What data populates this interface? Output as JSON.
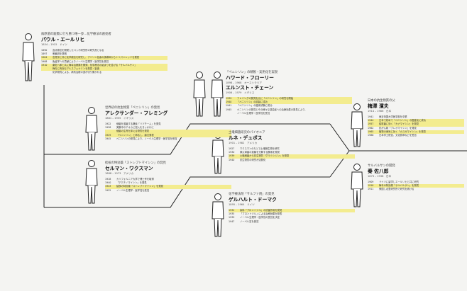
{
  "highlight_color": "#f3ec8f",
  "line_color": "#222222",
  "people": [
    {
      "id": "ehrlich",
      "lead": "病原菌の殺戮に行ち勝つ唯一歩…化学療法の創始者",
      "name": "パウル・エールリヒ",
      "dates": "1854 – 1915　ドイツ",
      "events": [
        {
          "year": "1890",
          "text": "血清療法を開発したコッホ研究所の研究員となる",
          "highlight": false
        },
        {
          "year": "1897",
          "text": "側鎖説を提唱",
          "highlight": false
        },
        {
          "year": "1904",
          "text": "志賀潔と共に化学療法を研究し、アニリン色素の誘導体からトリパンレッドを発見",
          "highlight": true
        },
        {
          "year": "1908",
          "text": "免疫学への貢献によりノーベル生理学・医学賞を受賞",
          "highlight": false
        },
        {
          "year": "1910",
          "text": "秦佐八郎と共に梅毒治療薬を開発、化学療法の始まりを告げる「サルバルサン」",
          "highlight": true
        },
        {
          "year": "",
          "text": "梅毒に有効なアルスフェナミンを発見・製造",
          "highlight": true
        },
        {
          "year": "",
          "text": "化学物質による、病気治療の道が切り開かれる",
          "highlight": false
        }
      ]
    },
    {
      "id": "florey",
      "lead": "「ペニシリン」の精製・実用化を実現",
      "name": "ハワード・フローリー",
      "dates": "1898 – 1968　オーストラリア",
      "name2": "エルンスト・チェーン",
      "dates2": "1906 – 1979　イギリス",
      "events": [
        {
          "year": "1939",
          "text": "フレミングの発見を元に「ペニシリン」の研究を開始",
          "highlight": true
        },
        {
          "year": "1940",
          "text": "「ペニシリン」の精製に成功",
          "highlight": true
        },
        {
          "year": "1941",
          "text": "「ペニシリン」の臨床試験に成功",
          "highlight": false
        },
        {
          "year": "1945",
          "text": "ペニシリンの発見とその様々な感染症への治療効果の発見により、",
          "highlight": false
        },
        {
          "year": "",
          "text": "ノーベル生理学・医学賞を受賞",
          "highlight": false
        }
      ]
    },
    {
      "id": "fleming",
      "lead": "世界初の抗生物質「ペニシリン」の発見",
      "name": "アレクサンダー・フレミング",
      "dates": "1881 – 1955　イギリス",
      "events": [
        {
          "year": "1922",
          "text": "細菌を溶菌する酵素「リゾチーム」を発見",
          "highlight": false
        },
        {
          "year": "1928",
          "text": "実験中のアオカビ混入をきっかけに",
          "highlight": false
        },
        {
          "year": "",
          "text": "細菌の生育を抑える物質を発見",
          "highlight": true
        },
        {
          "year": "1929",
          "text": "「ペニシリン」と命名し、論文発表",
          "highlight": true
        },
        {
          "year": "1945",
          "text": "ペニシリンの発見により、ノーベル生理学・医学賞を受賞",
          "highlight": false
        }
      ]
    },
    {
      "id": "dubos",
      "lead": "土壌細菌研究のパイオニア",
      "name": "ルネ・デュボス",
      "dates": "1901 – 1982　アメリカ",
      "events": [
        {
          "year": "1927",
          "text": "ワクスマンのもとで土壌微生物を研究",
          "highlight": false
        },
        {
          "year": "1930",
          "text": "肺炎球菌の莢膜を分解する酵素を発見",
          "highlight": false
        },
        {
          "year": "1939",
          "text": "土壌細菌から抗生物質「グラミシジン」を発見",
          "highlight": true
        },
        {
          "year": "1940",
          "text": "抗生物質の研究が活発化",
          "highlight": false
        }
      ]
    },
    {
      "id": "umezawa",
      "lead": "日本の抗生物質の父",
      "name": "梅澤 濱夫",
      "dates": "1914 – 1986　日本",
      "events": [
        {
          "year": "1941",
          "text": "東京帝国大学医学部を卒業",
          "highlight": false
        },
        {
          "year": "1944",
          "text": "日本で初めて「ペニシリン」の国産化に成功",
          "highlight": true
        },
        {
          "year": "1957",
          "text": "結核菌に効く「カナマイシン」を発見",
          "highlight": true
        },
        {
          "year": "1962",
          "text": "抗がん剤「ブレオマイシン」を発見",
          "highlight": false
        },
        {
          "year": "1965",
          "text": "植物の病気に効く「カスガマイシン」を発見",
          "highlight": true
        },
        {
          "year": "1986",
          "text": "日本学士院賞、文化勲章などを受賞",
          "highlight": false
        }
      ]
    },
    {
      "id": "waksman",
      "lead": "結核の特効薬「ストレプトマイシン」の発見",
      "name": "セルマン・ワクスマン",
      "dates": "1888 – 1973　アメリカ",
      "events": [
        {
          "year": "1918",
          "text": "カリフォルニア大学で博士号を取得",
          "highlight": false
        },
        {
          "year": "1940",
          "text": "「アクチノマイシン」を発見",
          "highlight": false
        },
        {
          "year": "1943",
          "text": "結核の特効薬「ストレプトマイシン」を発見",
          "highlight": true
        },
        {
          "year": "1952",
          "text": "ノーベル生理学・医学賞を受賞",
          "highlight": false
        }
      ]
    },
    {
      "id": "hata",
      "lead": "サルバルサンの開発",
      "name": "秦 佐八郎",
      "dates": "1873 – 1938　日本",
      "events": [
        {
          "year": "1909",
          "text": "ドイツに留学しエールリヒと共に研究",
          "highlight": false
        },
        {
          "year": "1910",
          "text": "梅毒の特効薬「サルバルサン」を発見",
          "highlight": true
        },
        {
          "year": "1911",
          "text": "帰国し北里研究所で研究を続ける",
          "highlight": false
        }
      ]
    },
    {
      "id": "domagk",
      "lead": "化学療法剤「サルファ剤」の発見",
      "name": "ゲルハルト・ドーマク",
      "dates": "1895 – 1964　ドイツ",
      "events": [
        {
          "year": "1932",
          "text": "染料「プロントジル」の抗菌作用を発見",
          "highlight": true
        },
        {
          "year": "1935",
          "text": "「プロントジル」による治療効果を発表",
          "highlight": false
        },
        {
          "year": "1939",
          "text": "ノーベル生理学・医学賞の受賞を決定",
          "highlight": false
        },
        {
          "year": "1947",
          "text": "ノーベル賞を受賞",
          "highlight": false
        }
      ]
    }
  ]
}
